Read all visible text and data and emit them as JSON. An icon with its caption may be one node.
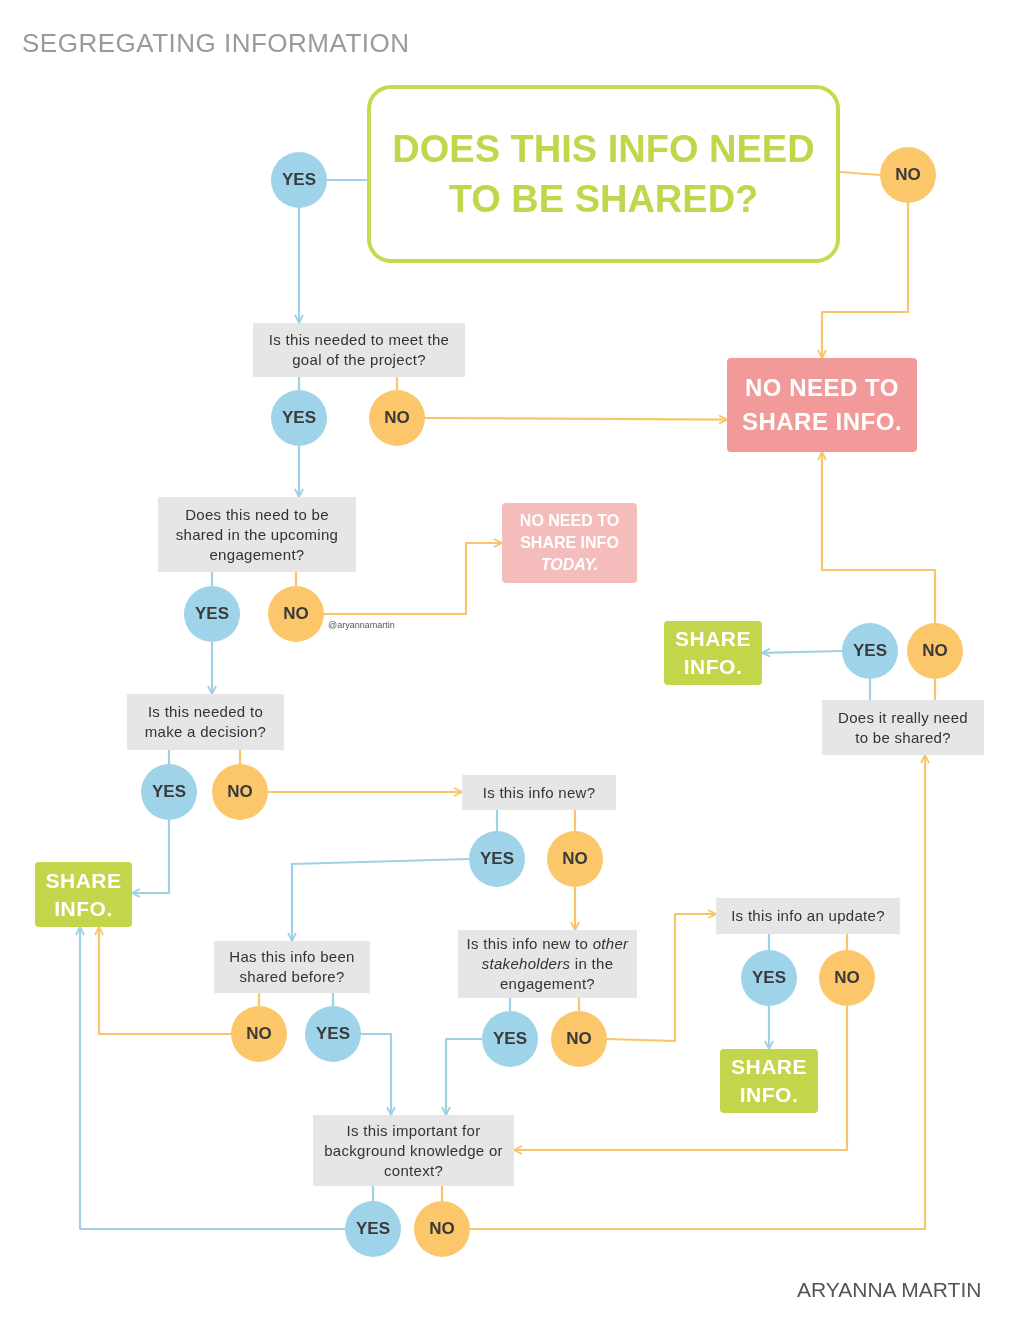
{
  "diagram": {
    "title": "SEGREGATING INFORMATION",
    "nodes": [
      {
        "text": [
          "DOES THIS INFO NEED TO BE SHARED?"
        ]
      },
      {
        "text": [
          "YES"
        ]
      },
      {
        "text": [
          "NO"
        ]
      },
      {
        "text": [
          "Is this needed to meet the goal of the project?"
        ]
      },
      {
        "text": [
          "YES"
        ]
      },
      {
        "text": [
          "NO"
        ]
      },
      {
        "text": [
          "NO NEED TO SHARE INFO."
        ]
      },
      {
        "text": [
          "Does this need to be shared in the upcoming engagement?"
        ]
      },
      {
        "text": [
          "YES"
        ]
      },
      {
        "text": [
          "NO"
        ]
      },
      {
        "text": [
          "NO NEED TO SHARE INFO *TODAY.*"
        ]
      },
      {
        "text": [
          "SHARE INFO."
        ]
      },
      {
        "text": [
          "YES"
        ]
      },
      {
        "text": [
          "NO"
        ]
      },
      {
        "text": [
          "Does it really need to be shared?"
        ]
      },
      {
        "text": [
          "Is this needed to make a decision?"
        ]
      },
      {
        "text": [
          "YES"
        ]
      },
      {
        "text": [
          "NO"
        ]
      },
      {
        "text": [
          "SHARE INFO."
        ]
      },
      {
        "text": [
          "Is this info new?"
        ]
      },
      {
        "text": [
          "YES"
        ]
      },
      {
        "text": [
          "NO"
        ]
      },
      {
        "text": [
          "Has this info been shared before?"
        ]
      },
      {
        "text": [
          "Is this info new to *other stakeholders* in the engagement?"
        ]
      },
      {
        "text": [
          "Is this info an update?"
        ]
      },
      {
        "text": [
          "YES"
        ]
      },
      {
        "text": [
          "NO"
        ]
      },
      {
        "text": [
          "NO"
        ]
      },
      {
        "text": [
          "YES"
        ]
      },
      {
        "text": [
          "YES"
        ]
      },
      {
        "text": [
          "NO"
        ]
      },
      {
        "text": [
          "SHARE INFO."
        ]
      },
      {
        "text": [
          "Is this important for background knowledge or context?"
        ]
      },
      {
        "text": [
          "YES"
        ]
      },
      {
        "text": [
          "NO"
        ]
      }
    ],
    "edges": [
      {
        "from": 0,
        "to": 1,
        "arrow": "none"
      },
      {
        "from": 0,
        "to": 2,
        "arrow": "none",
        "color": "#f9c46b"
      },
      {
        "from": 1,
        "to": 3,
        "arrow": "to"
      },
      {
        "from": 2,
        "to": 6,
        "arrow": "to",
        "color": "#f9c46b"
      },
      {
        "from": 3,
        "to": 4,
        "arrow": "none"
      },
      {
        "from": 3,
        "to": 5,
        "arrow": "none",
        "color": "#f9c46b"
      },
      {
        "from": 5,
        "to": 6,
        "arrow": "to",
        "color": "#f9c46b"
      },
      {
        "from": 4,
        "to": 7,
        "arrow": "to"
      },
      {
        "from": 7,
        "to": 8,
        "arrow": "none"
      },
      {
        "from": 7,
        "to": 9,
        "arrow": "none",
        "color": "#f9c46b"
      },
      {
        "from": 9,
        "to": 10,
        "arrow": "to",
        "color": "#f9c46b"
      },
      {
        "from": 8,
        "to": 15,
        "arrow": "to"
      },
      {
        "from": 15,
        "to": 16,
        "arrow": "none"
      },
      {
        "from": 15,
        "to": 17,
        "arrow": "none",
        "color": "#f9c46b"
      },
      {
        "from": 16,
        "to": 18,
        "arrow": "to"
      },
      {
        "from": 17,
        "to": 19,
        "arrow": "to",
        "color": "#f9c46b"
      },
      {
        "from": 19,
        "to": 20,
        "arrow": "none"
      },
      {
        "from": 19,
        "to": 21,
        "arrow": "none",
        "color": "#f9c46b"
      },
      {
        "from": 20,
        "to": 22,
        "arrow": "to"
      },
      {
        "from": 21,
        "to": 23,
        "arrow": "to",
        "color": "#f9c46b"
      },
      {
        "from": 22,
        "to": 27,
        "arrow": "none",
        "color": "#f9c46b"
      },
      {
        "from": 22,
        "to": 28,
        "arrow": "none"
      },
      {
        "from": 27,
        "to": 18,
        "arrow": "to",
        "color": "#f9c46b"
      },
      {
        "from": 28,
        "to": 32,
        "arrow": "to"
      },
      {
        "from": 23,
        "to": 29,
        "arrow": "none"
      },
      {
        "from": 23,
        "to": 30,
        "arrow": "none",
        "color": "#f9c46b"
      },
      {
        "from": 29,
        "to": 32,
        "arrow": "to"
      },
      {
        "from": 30,
        "to": 24,
        "arrow": "to",
        "color": "#f9c46b"
      },
      {
        "from": 24,
        "to": 25,
        "arrow": "none"
      },
      {
        "from": 24,
        "to": 26,
        "arrow": "none",
        "color": "#f9c46b"
      },
      {
        "from": 25,
        "to": 31,
        "arrow": "to"
      },
      {
        "from": 26,
        "to": 32,
        "arrow": "to",
        "color": "#f9c46b"
      },
      {
        "from": 32,
        "to": 33,
        "arrow": "none"
      },
      {
        "from": 32,
        "to": 34,
        "arrow": "none",
        "color": "#f9c46b"
      },
      {
        "from": 33,
        "to": 18,
        "arrow": "to"
      },
      {
        "from": 34,
        "to": 14,
        "arrow": "to",
        "color": "#f9c46b"
      },
      {
        "from": 14,
        "to": 12,
        "arrow": "none"
      },
      {
        "from": 14,
        "to": 13,
        "arrow": "none",
        "color": "#f9c46b"
      },
      {
        "from": 12,
        "to": 11,
        "arrow": "to"
      },
      {
        "from": 13,
        "to": 6,
        "arrow": "to",
        "color": "#f9c46b"
      }
    ],
    "labels": [
      "@aryannamartin",
      "ARYANNA MARTIN"
    ]
  }
}
